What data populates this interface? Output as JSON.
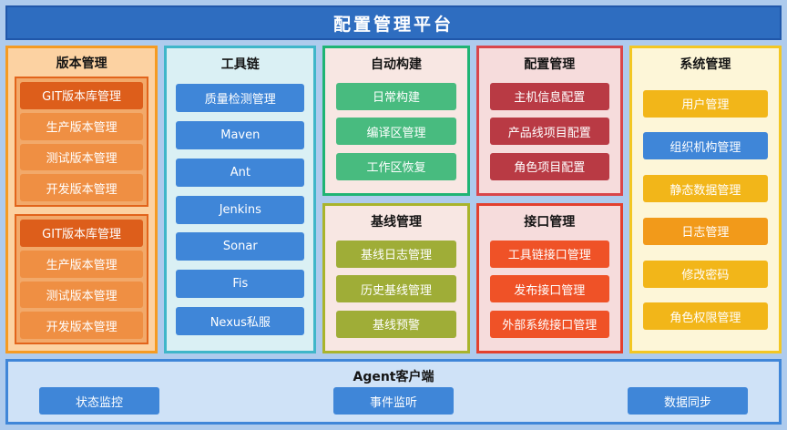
{
  "title": "配置管理平台",
  "version": {
    "title": "版本管理",
    "groups": [
      {
        "items": [
          "GIT版本库管理",
          "生产版本管理",
          "测试版本管理",
          "开发版本管理"
        ]
      },
      {
        "items": [
          "GIT版本库管理",
          "生产版本管理",
          "测试版本管理",
          "开发版本管理"
        ]
      }
    ]
  },
  "toolchain": {
    "title": "工具链",
    "items": [
      "质量检测管理",
      "Maven",
      "Ant",
      "Jenkins",
      "Sonar",
      "Fis",
      "Nexus私服"
    ]
  },
  "autobuild": {
    "title": "自动构建",
    "items": [
      "日常构建",
      "编译区管理",
      "工作区恢复"
    ]
  },
  "baseline": {
    "title": "基线管理",
    "items": [
      "基线日志管理",
      "历史基线管理",
      "基线预警"
    ]
  },
  "config": {
    "title": "配置管理",
    "items": [
      "主机信息配置",
      "产品线项目配置",
      "角色项目配置"
    ]
  },
  "interface": {
    "title": "接口管理",
    "items": [
      "工具链接口管理",
      "发布接口管理",
      "外部系统接口管理"
    ]
  },
  "system": {
    "title": "系统管理",
    "items": [
      "用户管理",
      "组织机构管理",
      "静态数据管理",
      "日志管理",
      "修改密码",
      "角色权限管理"
    ]
  },
  "agent": {
    "title": "Agent客户端",
    "items": [
      "状态监控",
      "事件监听",
      "数据同步"
    ]
  },
  "colors": {
    "page_background": "#aecbed",
    "banner_blue": "#2e6dc0",
    "version_border": "#f59b22",
    "version_dark_item": "#dd5e1b",
    "version_light_item": "#ef8f43",
    "toolchain_border": "#3fb6c9",
    "button_blue": "#3f86d8",
    "autobuild_border": "#1fb474",
    "autobuild_item": "#48bb7f",
    "baseline_border": "#a9b42c",
    "baseline_item": "#9fad37",
    "config_border": "#d9464a",
    "config_item": "#b93a44",
    "interface_border": "#e3402e",
    "interface_item": "#ef5227",
    "system_border": "#f3c723",
    "system_item_yellow": "#f2b619",
    "system_item_orange": "#f29a1a"
  }
}
